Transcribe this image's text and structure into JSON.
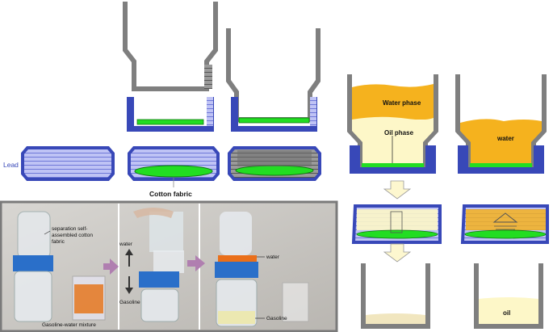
{
  "labels": {
    "lead": "Lead",
    "cotton_fabric": "Cotton fabric",
    "water_phase": "Water phase",
    "oil_phase": "Oil phase",
    "water": "water",
    "oil": "oil"
  },
  "photo": {
    "separation_fabric": "separation self-assembled cotton fabric",
    "separation_line1": "separation self-",
    "separation_line2": "assembled cotton",
    "separation_line3": "fabric",
    "mixture": "Gasoline-water mixture",
    "water_arrow": "water",
    "gasoline_arrow": "Gasoline",
    "water_label": "water",
    "gasoline_label": "Gasoline"
  },
  "colors": {
    "lid_blue": "#3848b8",
    "lid_light": "#a8aef0",
    "fabric_green": "#22dd22",
    "wall_gray": "#7f7f7f",
    "water_orange": "#f5b21e",
    "oil_yellow": "#fdf7c8",
    "oil_beige": "#f1e6bf",
    "arrow_fill": "#fdf7cf",
    "photo_border": "#7a7a7a"
  }
}
